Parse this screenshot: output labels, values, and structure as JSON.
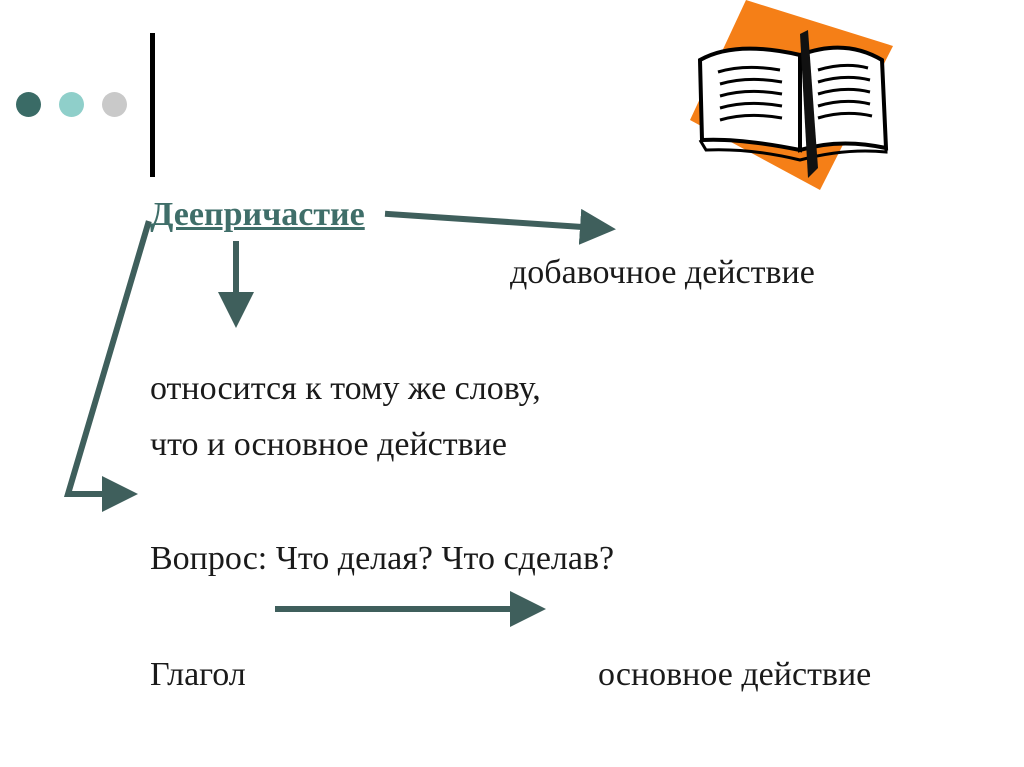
{
  "decor": {
    "dot_colors": [
      "#3a6b66",
      "#8fcfca",
      "#c9c9c9"
    ],
    "accent": "#3f6e69",
    "book_bg": "#f57f17"
  },
  "diagram": {
    "title": "Деепричастие",
    "additional_action": "добавочное действие",
    "relates_line1": "относится к тому же слову,",
    "relates_line2": "что и основное действие",
    "question": "Вопрос: Что делая? Что сделав?",
    "verb": "Глагол",
    "main_action": "основное действие"
  }
}
